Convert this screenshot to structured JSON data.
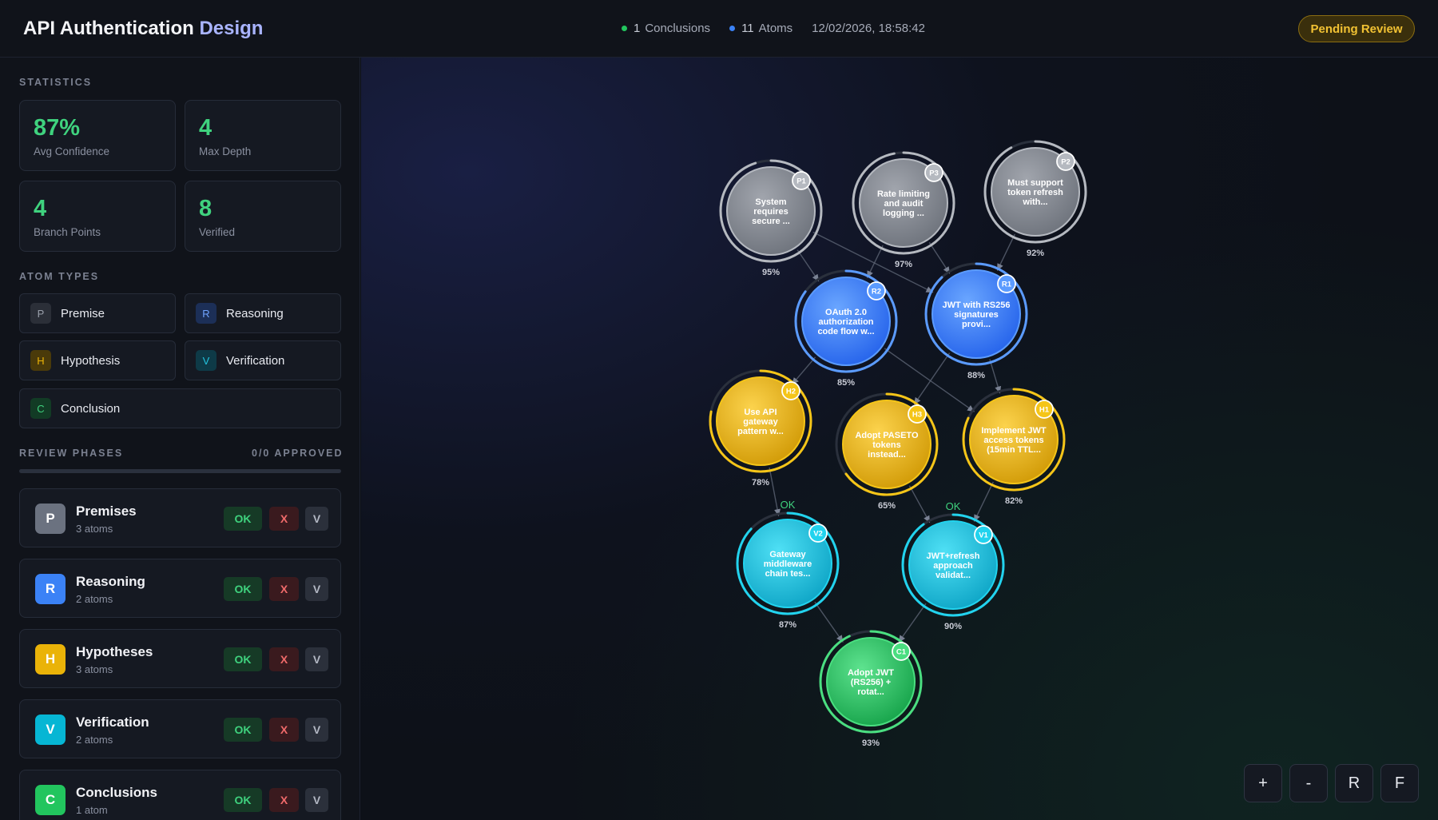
{
  "header": {
    "title_main": "API Authentication",
    "title_accent": "Design",
    "conclusions_count": "1",
    "conclusions_label": "Conclusions",
    "atoms_count": "11",
    "atoms_label": "Atoms",
    "timestamp": "12/02/2026, 18:58:42",
    "status_badge": "Pending Review"
  },
  "colors": {
    "premise": "#8c9099",
    "reasoning": "#3b82f6",
    "hypothesis": "#eab308",
    "verification": "#06b6d4",
    "conclusion": "#22c55e",
    "accent_green": "#3fd27e"
  },
  "sidebar": {
    "statistics_label": "STATISTICS",
    "stats": [
      {
        "value": "87%",
        "label": "Avg Confidence"
      },
      {
        "value": "4",
        "label": "Max Depth"
      },
      {
        "value": "4",
        "label": "Branch Points"
      },
      {
        "value": "8",
        "label": "Verified"
      }
    ],
    "atom_types_label": "ATOM TYPES",
    "atom_types": [
      {
        "letter": "P",
        "name": "Premise"
      },
      {
        "letter": "R",
        "name": "Reasoning"
      },
      {
        "letter": "H",
        "name": "Hypothesis"
      },
      {
        "letter": "V",
        "name": "Verification"
      },
      {
        "letter": "C",
        "name": "Conclusion"
      }
    ],
    "review_phases_label": "REVIEW PHASES",
    "approved_summary": "0/0 APPROVED",
    "approved_fraction": 0,
    "phases": [
      {
        "letter": "P",
        "name": "Premises",
        "count": "3 atoms",
        "ok": "OK",
        "reject": "X",
        "view": "V"
      },
      {
        "letter": "R",
        "name": "Reasoning",
        "count": "2 atoms",
        "ok": "OK",
        "reject": "X",
        "view": "V"
      },
      {
        "letter": "H",
        "name": "Hypotheses",
        "count": "3 atoms",
        "ok": "OK",
        "reject": "X",
        "view": "V"
      },
      {
        "letter": "V",
        "name": "Verification",
        "count": "2 atoms",
        "ok": "OK",
        "reject": "X",
        "view": "V"
      },
      {
        "letter": "C",
        "name": "Conclusions",
        "count": "1 atom",
        "ok": "OK",
        "reject": "X",
        "view": "V"
      }
    ]
  },
  "graph": {
    "nodes": [
      {
        "id": "P1",
        "type": "premise",
        "text": [
          "System",
          "requires",
          "secure ..."
        ],
        "confidence": "95%"
      },
      {
        "id": "P3",
        "type": "premise",
        "text": [
          "Rate limiting",
          "and audit",
          "logging ..."
        ],
        "confidence": "97%"
      },
      {
        "id": "P2",
        "type": "premise",
        "text": [
          "Must support",
          "token refresh",
          "with..."
        ],
        "confidence": "92%"
      },
      {
        "id": "R2",
        "type": "reasoning",
        "text": [
          "OAuth 2.0",
          "authorization",
          "code flow w..."
        ],
        "confidence": "85%"
      },
      {
        "id": "R1",
        "type": "reasoning",
        "text": [
          "JWT with RS256",
          "signatures",
          "provi..."
        ],
        "confidence": "88%"
      },
      {
        "id": "H2",
        "type": "hypothesis",
        "text": [
          "Use API",
          "gateway",
          "pattern w..."
        ],
        "confidence": "78%"
      },
      {
        "id": "H3",
        "type": "hypothesis",
        "text": [
          "Adopt PASETO",
          "tokens",
          "instead..."
        ],
        "confidence": "65%"
      },
      {
        "id": "H1",
        "type": "hypothesis",
        "text": [
          "Implement JWT",
          "access tokens",
          "(15min TTL..."
        ],
        "confidence": "82%"
      },
      {
        "id": "V2",
        "type": "verification",
        "text": [
          "Gateway",
          "middleware",
          "chain tes..."
        ],
        "confidence": "87%",
        "status": "OK"
      },
      {
        "id": "V1",
        "type": "verification",
        "text": [
          "JWT+refresh",
          "approach",
          "validat..."
        ],
        "confidence": "90%",
        "status": "OK"
      },
      {
        "id": "C1",
        "type": "conclusion",
        "text": [
          "Adopt JWT",
          "(RS256) +",
          "rotat..."
        ],
        "confidence": "93%"
      }
    ],
    "controls": {
      "zoom_in": "+",
      "zoom_out": "-",
      "reset": "R",
      "fit": "F"
    }
  }
}
